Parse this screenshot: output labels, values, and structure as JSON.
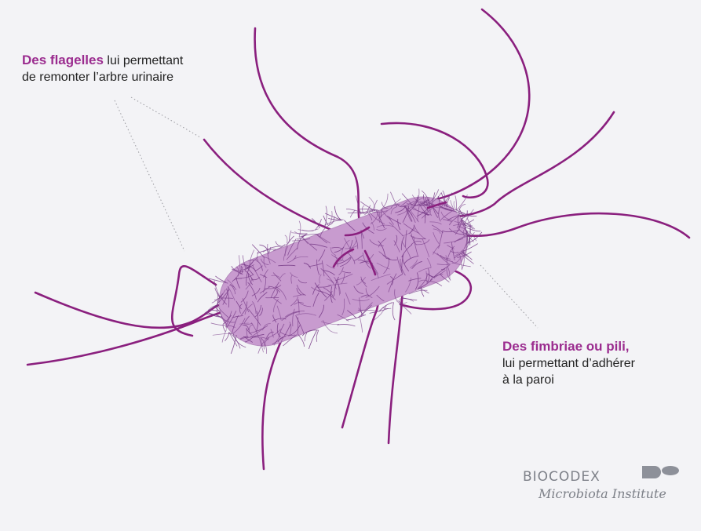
{
  "callouts": {
    "flagelles": {
      "highlight": "Des flagelles",
      "text_rest": "lui permettant",
      "text_line2": "de remonter l’arbre urinaire"
    },
    "fimbriae": {
      "highlight": "Des fimbriae ou pili,",
      "text_line2": "lui permettant d’adhérer",
      "text_line3": "à la paroi"
    }
  },
  "logo": {
    "brand": "BIOCODEX",
    "tagline": "Microbiota Institute"
  },
  "colors": {
    "background": "#f3f3f6",
    "flagella": "#8a1f7e",
    "highlight": "#9b2c8f",
    "body_fill": "#c89bcf",
    "pili": "#7a3f8a",
    "logo": "#7d8088"
  },
  "icons": [
    "bacterium-illustration",
    "biocodex-logo-mark"
  ]
}
